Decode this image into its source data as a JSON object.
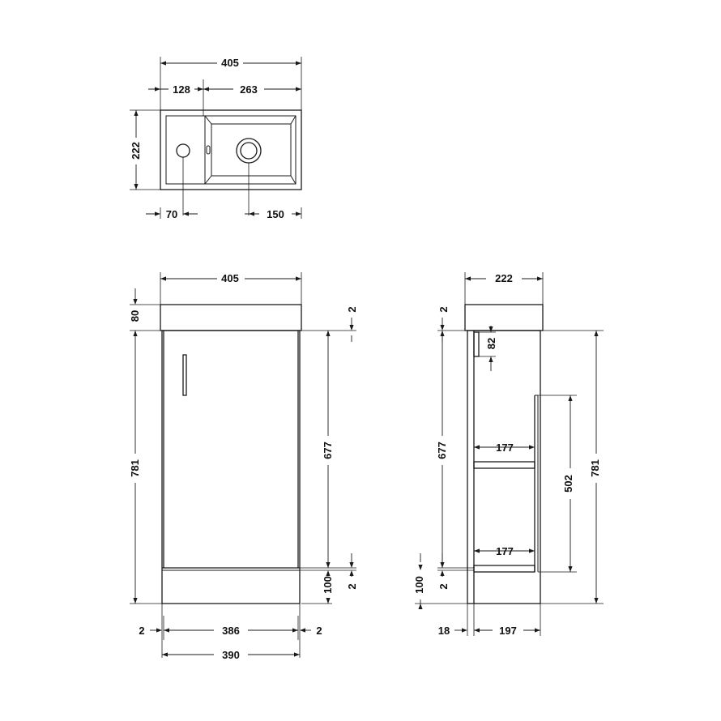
{
  "top_view": {
    "overall_width": "405",
    "left_section": "128",
    "right_section": "263",
    "depth": "222",
    "tap_offset": "70",
    "waste_offset": "150"
  },
  "front_view": {
    "top_width": "405",
    "worktop_height": "80",
    "top_gap": "2",
    "overall_height": "781",
    "door_height": "677",
    "plinth_height": "100",
    "bottom_gap": "2",
    "side_left": "2",
    "carcass_inner": "386",
    "side_right": "2",
    "carcass_width": "390"
  },
  "side_view": {
    "top_depth": "222",
    "top_gap": "2",
    "handle_height": "82",
    "door_height": "677",
    "upper_shelf_depth": "177",
    "lower_shelf_depth": "177",
    "interior_height": "502",
    "overall_height": "781",
    "plinth_height": "100",
    "bottom_gap": "2",
    "door_thickness": "18",
    "carcass_depth": "197"
  }
}
